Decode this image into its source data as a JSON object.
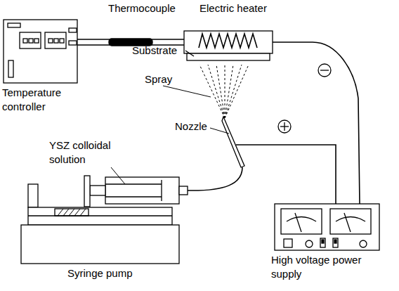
{
  "diagram": {
    "labels": [
      "Thermocouple",
      "Electric heater",
      "Substrate",
      "Temperature controller",
      "Spray",
      "Nozzle",
      "YSZ colloidal solution",
      "Syringe pump",
      "High voltage power supply"
    ]
  }
}
